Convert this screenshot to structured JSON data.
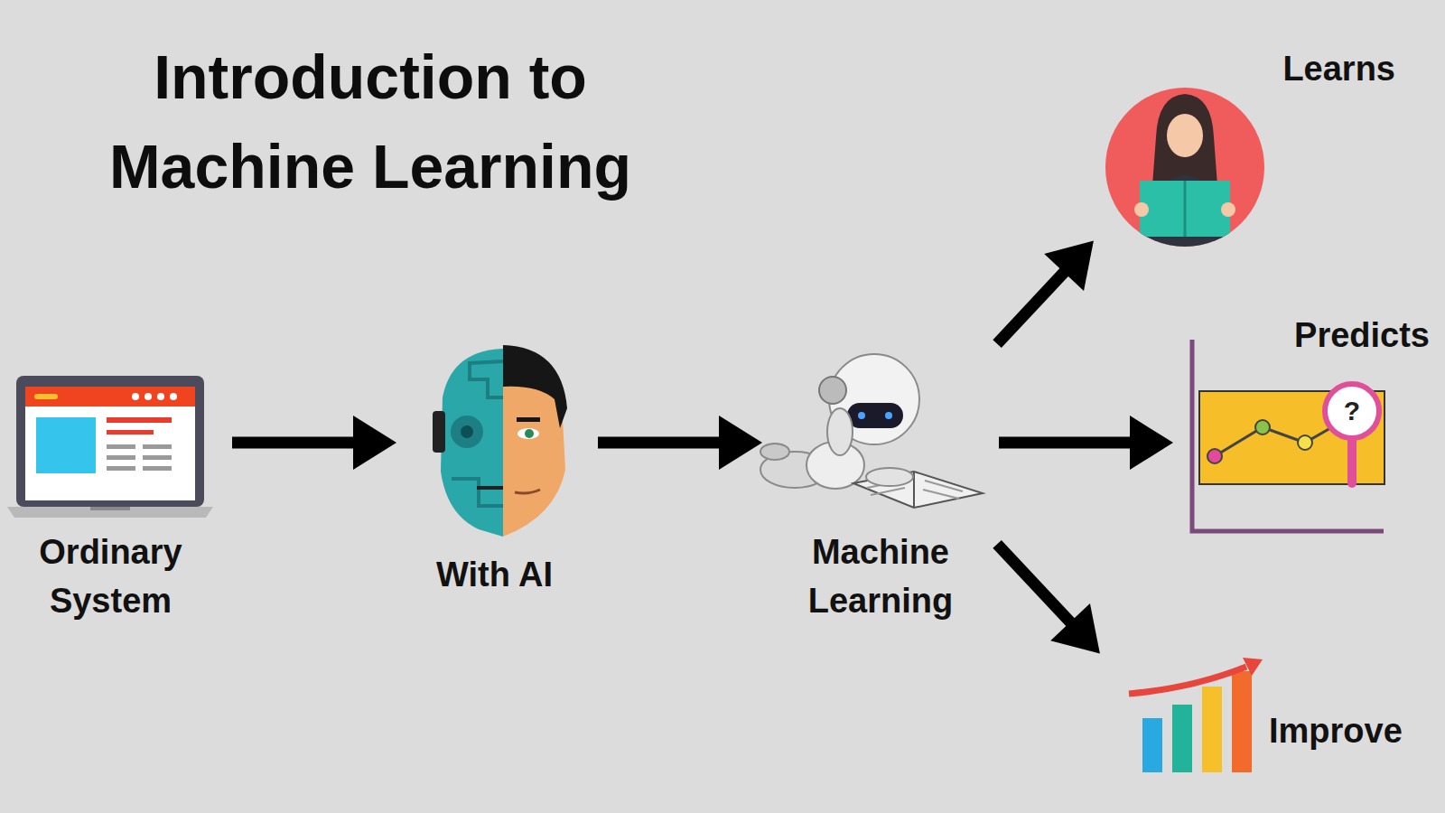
{
  "diagram": {
    "title": "Introduction to Machine Learning",
    "nodes": [
      {
        "text": [
          "Ordinary System"
        ]
      },
      {
        "text": [
          "With AI"
        ]
      },
      {
        "text": [
          "Machine Learning"
        ]
      },
      {
        "text": [
          "Learns"
        ]
      },
      {
        "text": [
          "Predicts"
        ]
      },
      {
        "text": [
          "Improve"
        ]
      }
    ],
    "edges": [
      {
        "from": 0,
        "to": 1,
        "arrow": "to"
      },
      {
        "from": 1,
        "to": 2,
        "arrow": "to"
      },
      {
        "from": 2,
        "to": 3,
        "arrow": "to"
      },
      {
        "from": 2,
        "to": 4,
        "arrow": "to"
      },
      {
        "from": 2,
        "to": 5,
        "arrow": "to"
      }
    ],
    "labels": [
      "?"
    ]
  }
}
